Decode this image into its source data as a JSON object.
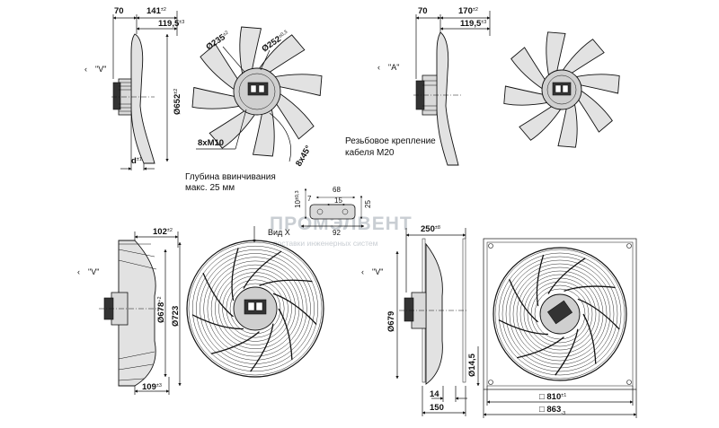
{
  "views": {
    "view_v_top": {
      "label": "\"V\""
    },
    "view_a": {
      "label": "\"A\""
    },
    "view_v_mid": {
      "label": "\"V\""
    },
    "view_v_right": {
      "label": "\"V\""
    }
  },
  "top_left": {
    "d70": "70",
    "d141": "141",
    "d141_tol": "±2",
    "d1195": "119,5",
    "d1195_tol": "±3",
    "d652": "Ø652",
    "d652_tol": "±2",
    "d_small": "d",
    "d_small_tol": "±1"
  },
  "front_top": {
    "d235": "Ø235",
    "d235_tol": "±2",
    "d252": "Ø252",
    "d252_tol": "±0,3",
    "m10": "8xM10",
    "ang": "8x45°"
  },
  "notes": {
    "depth_line1": "Глубина ввинчивания",
    "depth_line2": "макс. 25 мм",
    "cable_line1": "Резьбовое крепление",
    "cable_line2": "кабеля M20"
  },
  "top_right": {
    "d70": "70",
    "d170": "170",
    "d170_tol": "±2",
    "d1195": "119,5",
    "d1195_tol": "±3"
  },
  "detail": {
    "d10": "10",
    "d10_tol": "±0,3",
    "d7": "7",
    "d68": "68",
    "d15": "15",
    "d25": "25",
    "d92": "92"
  },
  "watermark": {
    "line1": "ПРОМЭЛВЕНТ",
    "line2": "поставки инженерных систем"
  },
  "mid_left": {
    "d102": "102",
    "d102_tol": "±2",
    "d678": "Ø678",
    "d678_tol": "+2",
    "d723": "Ø723",
    "d109": "109",
    "d109_tol": "±3"
  },
  "mid_front": {
    "vid": "Вид X"
  },
  "mid_right": {
    "d250": "250",
    "d250_tol": "±8",
    "d679": "Ø679",
    "d14": "14",
    "d150": "150"
  },
  "square": {
    "d145": "Ø14,5",
    "d810": "□ 810",
    "d810_tol": "±1",
    "d863": "□ 863",
    "d863_tol": "-3"
  }
}
